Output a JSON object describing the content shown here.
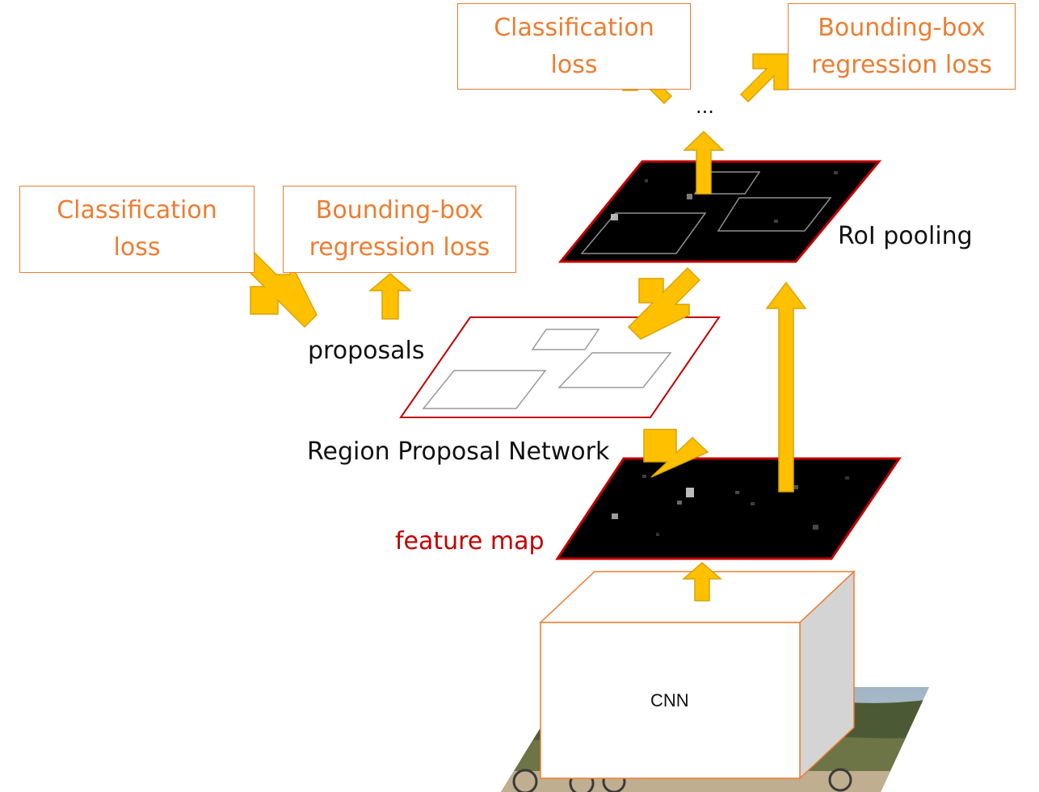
{
  "top_heads": {
    "classification": {
      "line1": "Classification",
      "line2": "loss"
    },
    "bbox": {
      "line1": "Bounding-box",
      "line2": "regression loss"
    },
    "ellipsis": "..."
  },
  "rpn_heads": {
    "classification": {
      "line1": "Classification",
      "line2": "loss"
    },
    "bbox": {
      "line1": "Bounding-box",
      "line2": "regression loss"
    }
  },
  "labels": {
    "roi_pooling": "RoI pooling",
    "proposals": "proposals",
    "region_proposal_network": "Region Proposal Network",
    "feature_map": "feature map",
    "cnn": "CNN"
  },
  "colors": {
    "loss_box_orange": "#ED7D31",
    "arrow_gold": "#FFC000",
    "arrow_outline": "#D9A400",
    "plane_border_red": "#C00000",
    "feature_map_label_red": "#C00000"
  }
}
